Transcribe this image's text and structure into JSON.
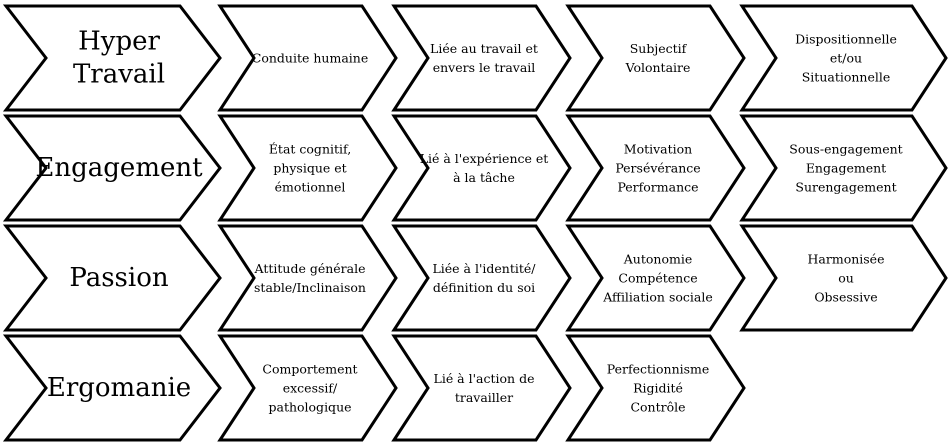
{
  "rows": [
    {
      "title": [
        "Hyper",
        "Travail"
      ],
      "cells": [
        [
          "Conduite humaine"
        ],
        [
          "Liée au travail et",
          "envers le travail"
        ],
        [
          "Subjectif",
          "Volontaire"
        ],
        [
          "Dispositionnelle",
          "et/ou",
          "Situationnelle"
        ]
      ]
    },
    {
      "title": [
        "Engagement"
      ],
      "cells": [
        [
          "État cognitif,",
          "physique et",
          "émotionnel"
        ],
        [
          "Lié à l'expérience et",
          "à la tâche"
        ],
        [
          "Motivation",
          "Persévérance",
          "Performance"
        ],
        [
          "Sous-engagement",
          "Engagement",
          "Surengagement"
        ]
      ]
    },
    {
      "title": [
        "Passion"
      ],
      "cells": [
        [
          "Attitude générale",
          "stable/Inclinaison"
        ],
        [
          "Liée à l'identité/",
          "définition du soi"
        ],
        [
          "Autonomie",
          "Compétence",
          "Affiliation sociale"
        ],
        [
          "Harmonisée",
          "ou",
          "Obsessive"
        ]
      ]
    },
    {
      "title": [
        "Ergomanie"
      ],
      "cells": [
        [
          "Comportement",
          "excessif/",
          "pathologique"
        ],
        [
          "Lié à l'action de",
          "travailler"
        ],
        [
          "Perfectionnisme",
          "Rigidité",
          "Contrôle"
        ]
      ]
    }
  ]
}
